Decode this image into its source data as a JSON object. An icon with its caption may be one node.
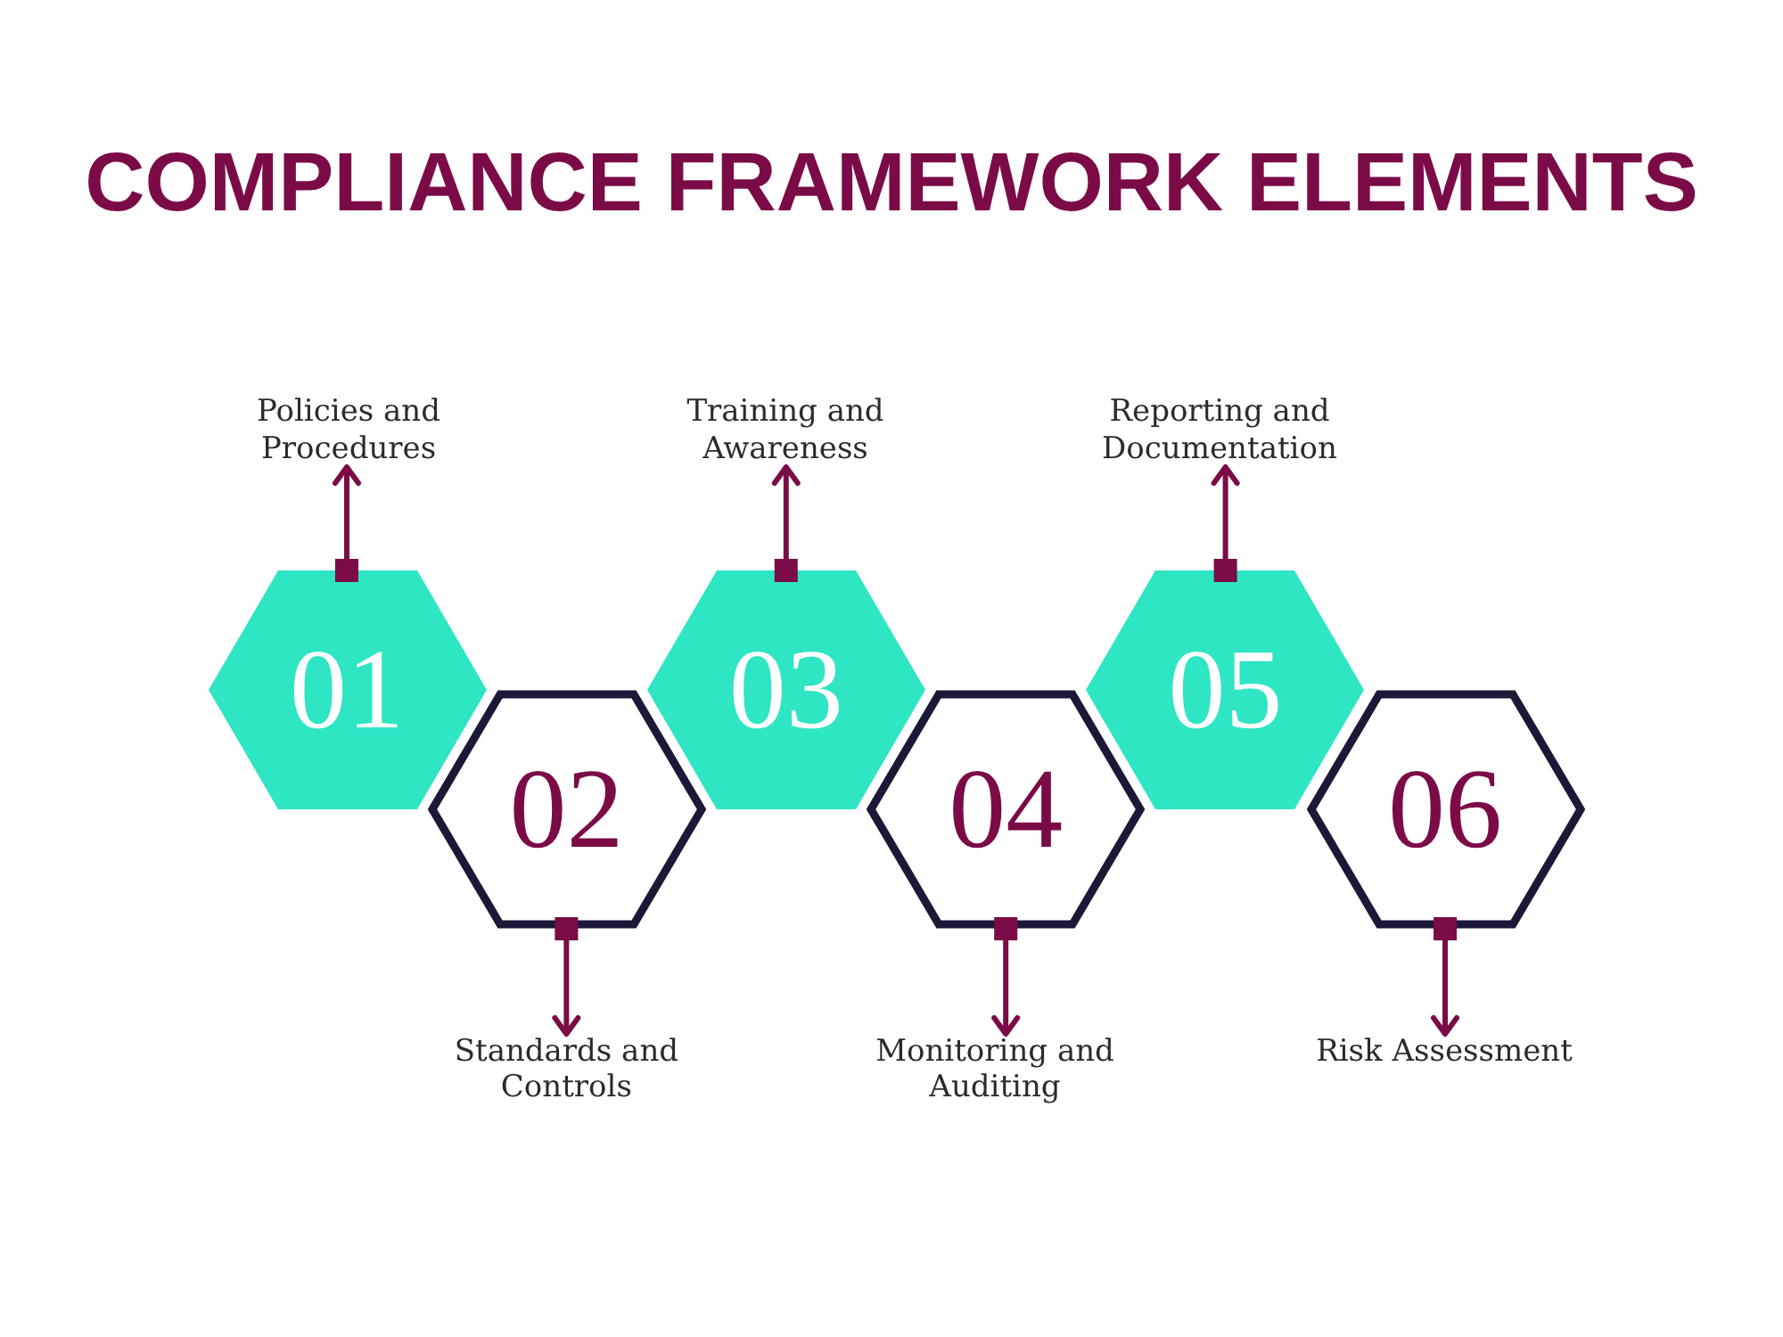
{
  "diagram": {
    "title": "COMPLIANCE FRAMEWORK ELEMENTS",
    "nodes": [
      {
        "text": [
          "01"
        ]
      },
      {
        "text": [
          "02"
        ]
      },
      {
        "text": [
          "03"
        ]
      },
      {
        "text": [
          "04"
        ]
      },
      {
        "text": [
          "05"
        ]
      },
      {
        "text": [
          "06"
        ]
      },
      {
        "text": [
          "Policies and Procedures"
        ]
      },
      {
        "text": [
          "Standards and Controls"
        ]
      },
      {
        "text": [
          "Training and Awareness"
        ]
      },
      {
        "text": [
          "Monitoring and Auditing"
        ]
      },
      {
        "text": [
          "Reporting and Documentation"
        ]
      },
      {
        "text": [
          "Risk Assessment"
        ]
      }
    ],
    "edges": [
      {
        "from": 0,
        "to": 6,
        "arrow": "to"
      },
      {
        "from": 1,
        "to": 7,
        "arrow": "to"
      },
      {
        "from": 2,
        "to": 8,
        "arrow": "to"
      },
      {
        "from": 3,
        "to": 9,
        "arrow": "to"
      },
      {
        "from": 4,
        "to": 10,
        "arrow": "to"
      },
      {
        "from": 5,
        "to": 11,
        "arrow": "to"
      }
    ]
  }
}
